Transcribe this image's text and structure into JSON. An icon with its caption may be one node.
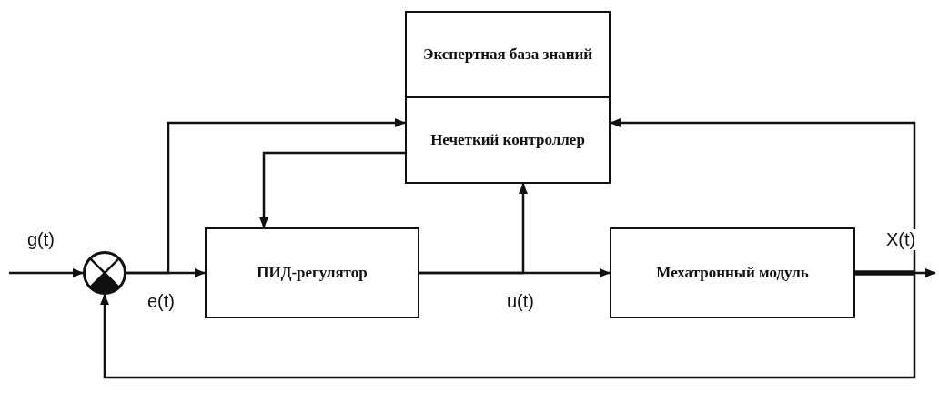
{
  "diagram": {
    "nodes": [
      {
        "text": [
          "Экспертная база знаний"
        ]
      },
      {
        "text": [
          "Нечеткий контроллер"
        ]
      },
      {
        "text": [],
        "shape": "circle"
      },
      {
        "text": [
          "ПИД-регулятор"
        ]
      },
      {
        "text": [
          "Мехатронный модуль"
        ]
      }
    ],
    "edges": [
      {
        "from": null,
        "to": 2,
        "arrow": "to",
        "label": "g(t)"
      },
      {
        "from": 2,
        "to": 3,
        "arrow": "to",
        "label": "e(t)"
      },
      {
        "from": 2,
        "to": 1,
        "arrow": "to"
      },
      {
        "from": 1,
        "to": 3,
        "arrow": "to"
      },
      {
        "from": 3,
        "to": 4,
        "arrow": "to",
        "label": "u(t)"
      },
      {
        "from": 3,
        "to": 1,
        "arrow": "to"
      },
      {
        "from": 4,
        "to": null,
        "arrow": "to",
        "label": "X(t)"
      },
      {
        "from": 4,
        "to": 1,
        "arrow": "to"
      },
      {
        "from": 4,
        "to": 2,
        "arrow": "to"
      }
    ]
  }
}
